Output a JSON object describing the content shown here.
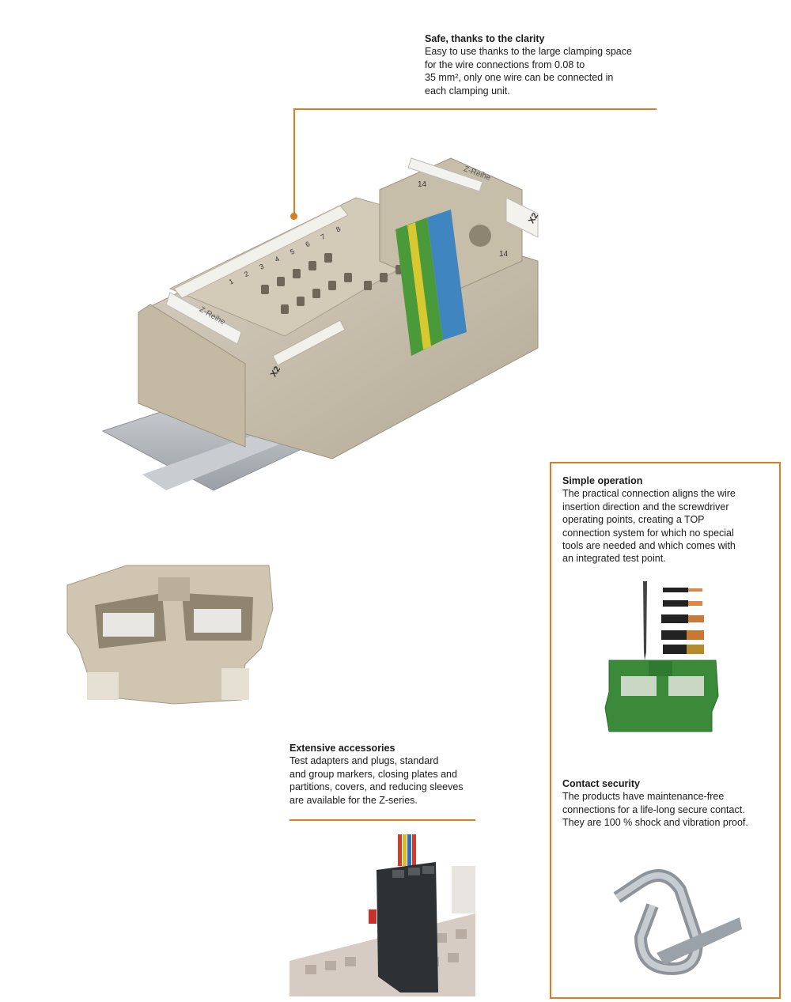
{
  "sections": {
    "clarity": {
      "title": "Safe, thanks to the clarity",
      "lines": [
        "Easy to use thanks to the large clamping space",
        "for the wire connections from 0.08 to",
        "35 mm², only one wire can be connected in",
        "each clamping unit."
      ]
    },
    "simple_operation": {
      "title": "Simple operation",
      "lines": [
        "The practical connection aligns the wire",
        "insertion direction and the screwdriver",
        "operating points, creating a TOP",
        "connection system for which no special",
        "tools are needed and which comes with",
        "an integrated test point."
      ]
    },
    "accessories": {
      "title": "Extensive accessories",
      "lines": [
        "Test adapters and plugs, standard",
        "and group markers, closing plates and",
        "partitions, covers, and reducing sleeves",
        "are available for the Z-series."
      ]
    },
    "contact_security": {
      "title": "Contact security",
      "lines": [
        "The products have maintenance-free",
        "connections for a life-long secure contact.",
        "They are 100 % shock and vibration proof."
      ]
    }
  },
  "product_labels": {
    "series_label": "Z-Reihe",
    "block_label": "X2",
    "marker_14": "14",
    "markers": [
      "1",
      "2",
      "3",
      "4",
      "5",
      "6",
      "7",
      "8"
    ]
  },
  "colors": {
    "accent_orange": "#e07a1f",
    "terminal_beige": "#c8bfae",
    "pe_green": "#4a9a3a",
    "pe_yellow": "#d8c930",
    "n_blue": "#3f86c0"
  }
}
